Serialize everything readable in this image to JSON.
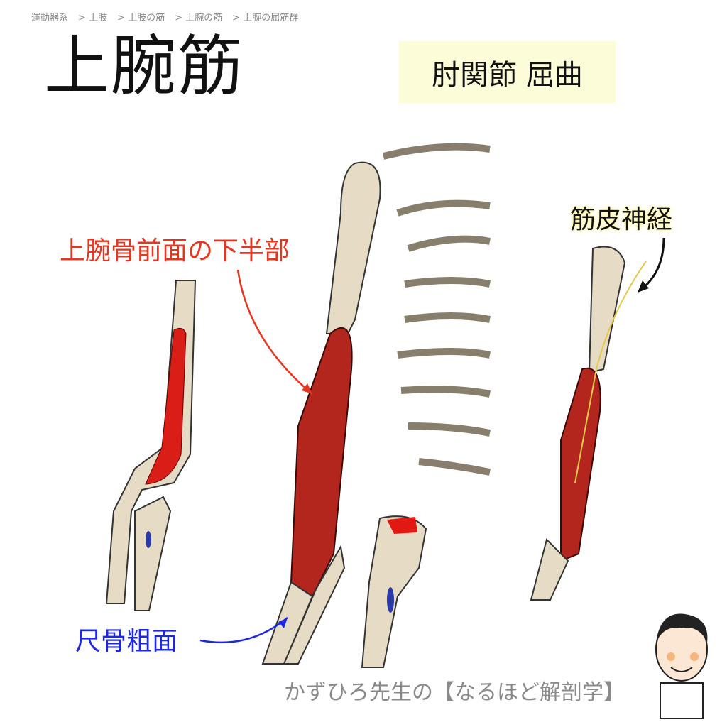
{
  "breadcrumb": [
    "運動器系",
    "上肢",
    "上肢の筋",
    "上腕の筋",
    "上腕の屈筋群"
  ],
  "breadcrumb_separator": ">",
  "title": "上腕筋",
  "action_label": "肘関節 屈曲",
  "labels": {
    "origin": "上腕骨前面の下半部",
    "insertion": "尺骨粗面",
    "nerve": "筋皮神経"
  },
  "brand": "かずひろ先生の【なるほど解剖学】",
  "colors": {
    "origin_label": "#e8361e",
    "insertion_label": "#1d28e6",
    "muscle": "#b3261e",
    "bone": "#e6dcc6",
    "action_bg": "#fdfcd8"
  }
}
